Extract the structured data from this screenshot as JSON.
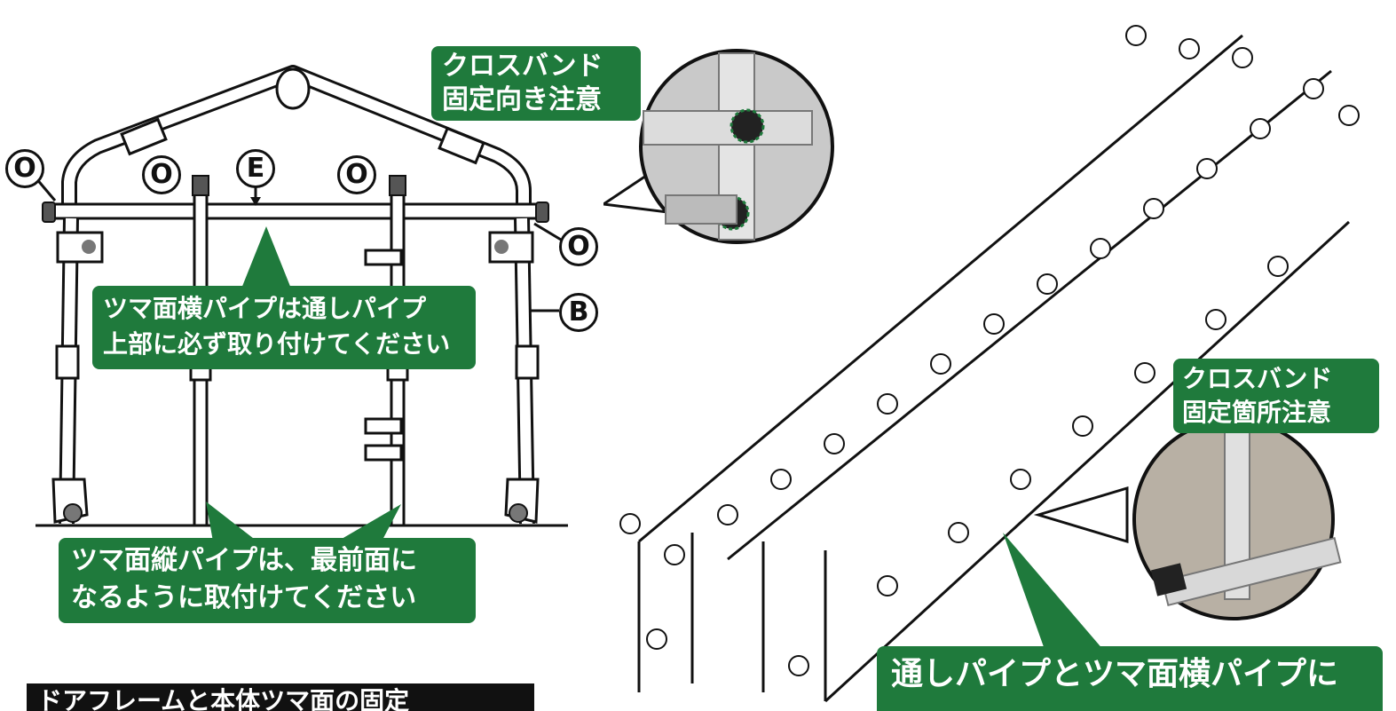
{
  "labels": {
    "o": "O",
    "e": "E",
    "b": "B"
  },
  "callouts": {
    "cross_band_direction": [
      "クロスバンド",
      "固定向き注意"
    ],
    "cross_band_location": [
      "クロスバンド",
      "固定箇所注意"
    ],
    "gable_horizontal": [
      "ツマ面横パイプは通しパイプ",
      "上部に必ず取り付けてください"
    ],
    "gable_vertical": [
      "ツマ面縦パイプは、最前面に",
      "なるように取付けてください"
    ],
    "through_pipe": [
      "通しパイプとツマ面横パイプに"
    ]
  },
  "section_title": "ドアフレームと本体ツマ面の固定",
  "colors": {
    "callout_green": "#1f7a3c",
    "line": "#111111",
    "pipe": "#ffffff"
  }
}
